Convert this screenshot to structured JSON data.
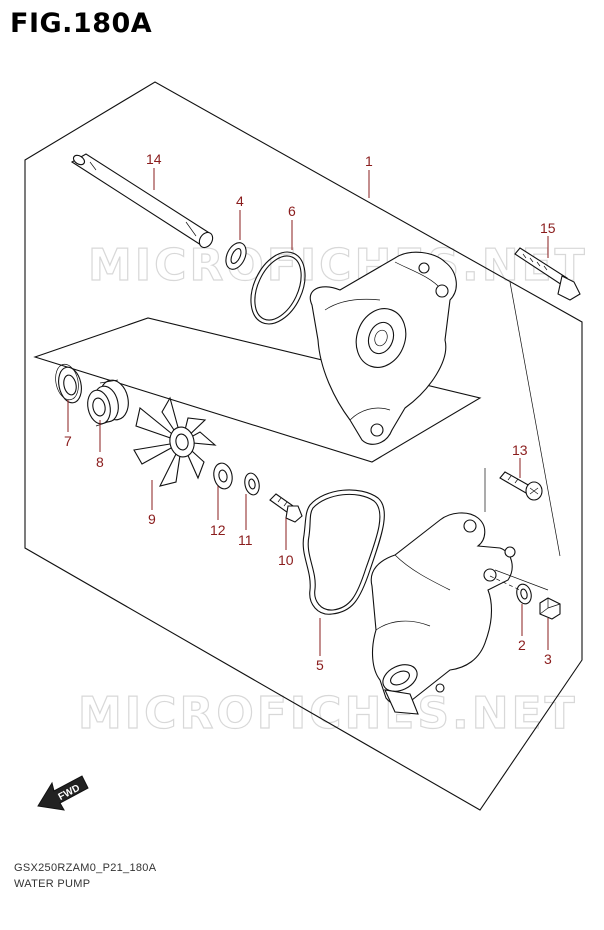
{
  "figure_title": "FIG.180A",
  "footer": {
    "code": "GSX250RZAM0_P21_180A",
    "name": "WATER PUMP"
  },
  "watermark": "MICROFICHES.NET",
  "fwd_label": "FWD",
  "callouts": {
    "c1": "1",
    "c2": "2",
    "c3": "3",
    "c4": "4",
    "c5": "5",
    "c6": "6",
    "c7": "7",
    "c8": "8",
    "c9": "9",
    "c10": "10",
    "c11": "11",
    "c12": "12",
    "c13": "13",
    "c14": "14",
    "c15": "15"
  },
  "colors": {
    "callout": "#8a1c1c",
    "line": "#111111",
    "watermark": "#d8d8d8"
  }
}
